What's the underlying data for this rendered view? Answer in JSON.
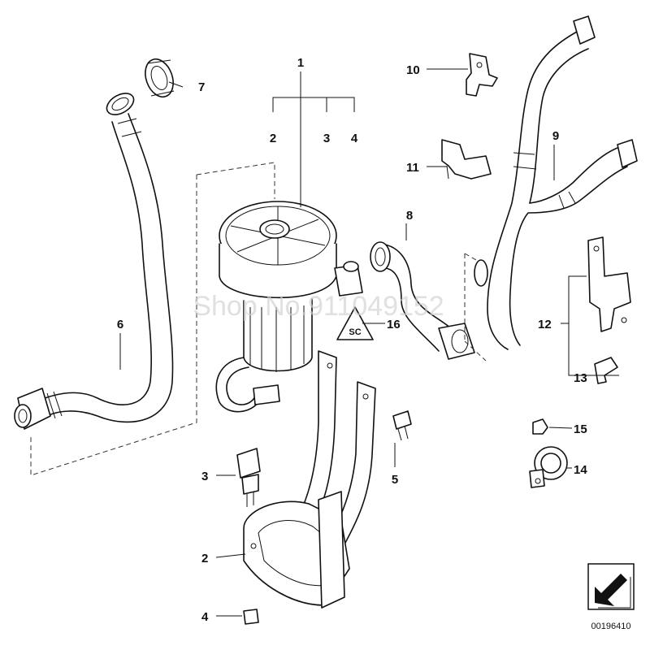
{
  "watermark": "Shop No.911049152",
  "drawing_number": "00196410",
  "warning_symbol": "SC",
  "callouts": {
    "pump": "1",
    "p2_top": "2",
    "p3_top": "3",
    "p4_top": "4",
    "p5": "5",
    "p6": "6",
    "p7": "7",
    "p8": "8",
    "p9": "9",
    "p10": "10",
    "p11": "11",
    "p12": "12",
    "p13": "13",
    "p14": "14",
    "p15": "15",
    "p16": "16",
    "p3_bottom": "3",
    "p2_bottom": "2",
    "p4_bottom": "4"
  }
}
